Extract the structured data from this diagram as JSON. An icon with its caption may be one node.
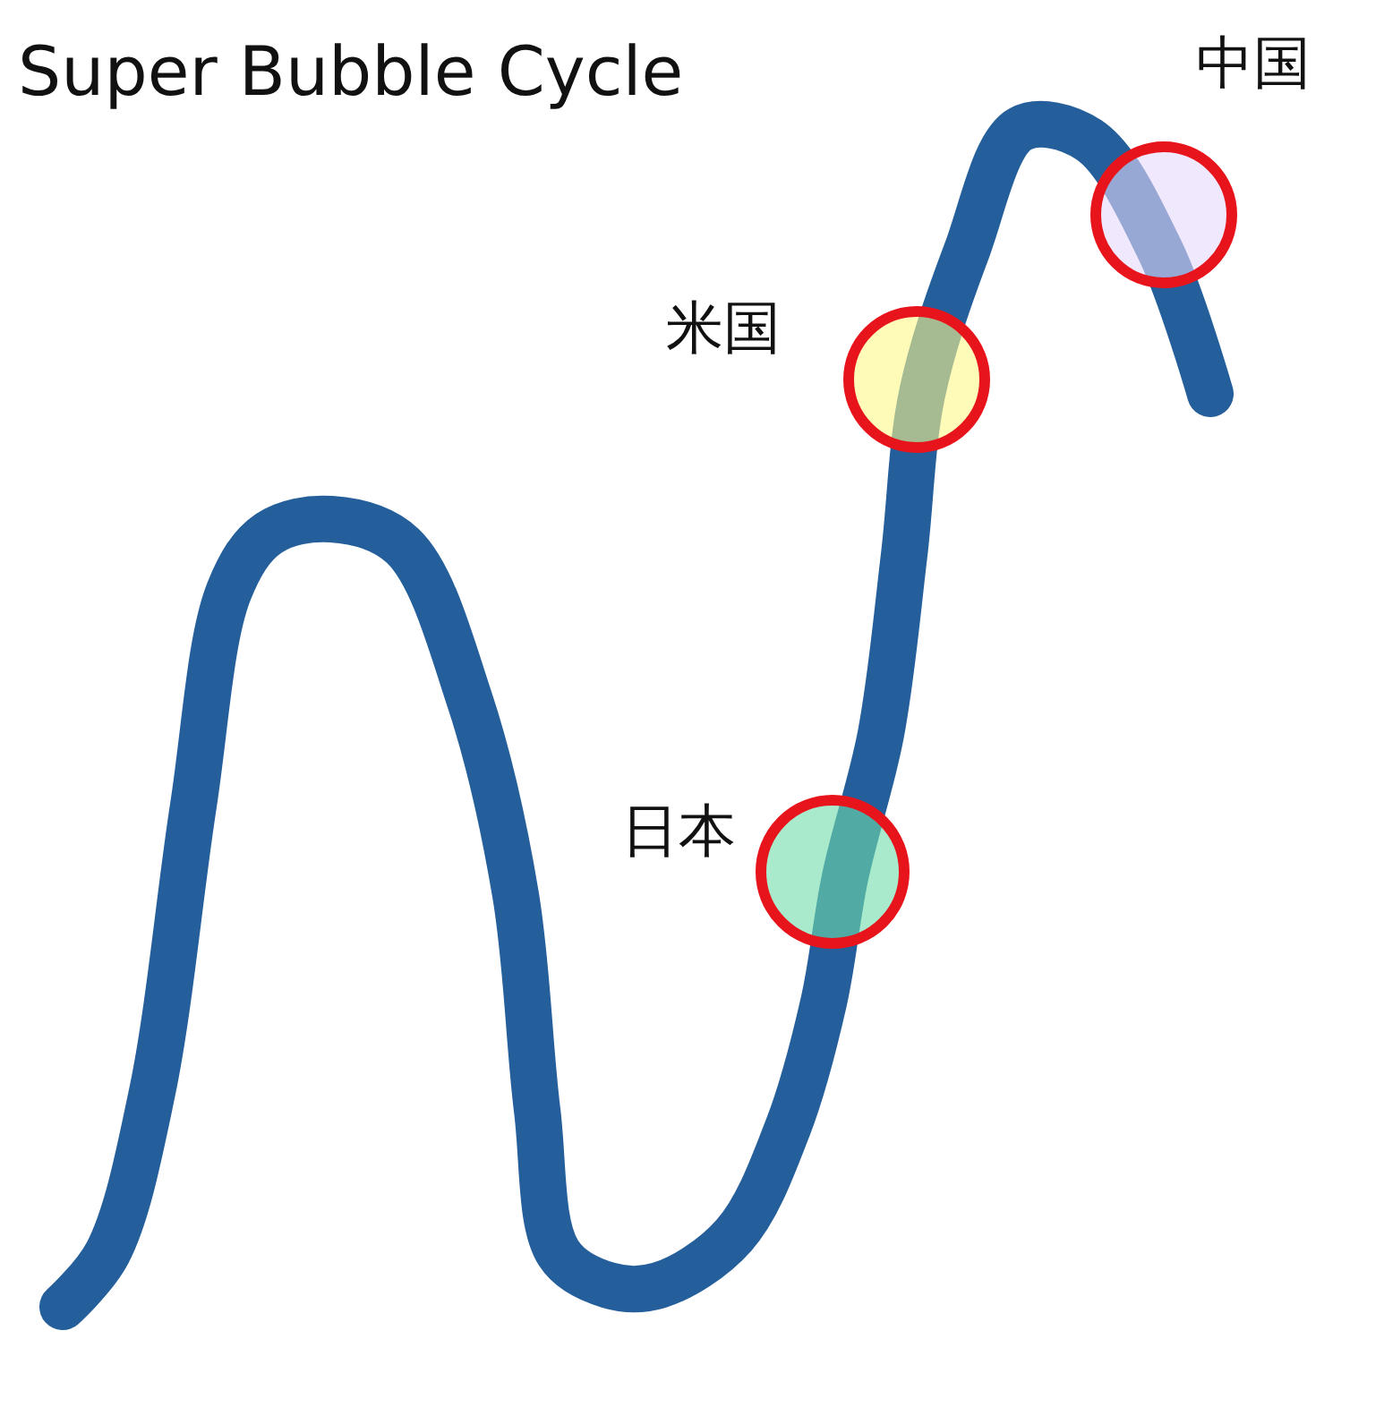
{
  "diagram": {
    "title": "Super Bubble Cycle",
    "nodes": [
      {
        "text": [],
        "shape": "circle",
        "beside": [
          "中国"
        ]
      },
      {
        "text": [],
        "shape": "circle",
        "beside": [
          "米国"
        ]
      },
      {
        "text": [],
        "shape": "circle",
        "beside": [
          "日本"
        ]
      }
    ]
  }
}
